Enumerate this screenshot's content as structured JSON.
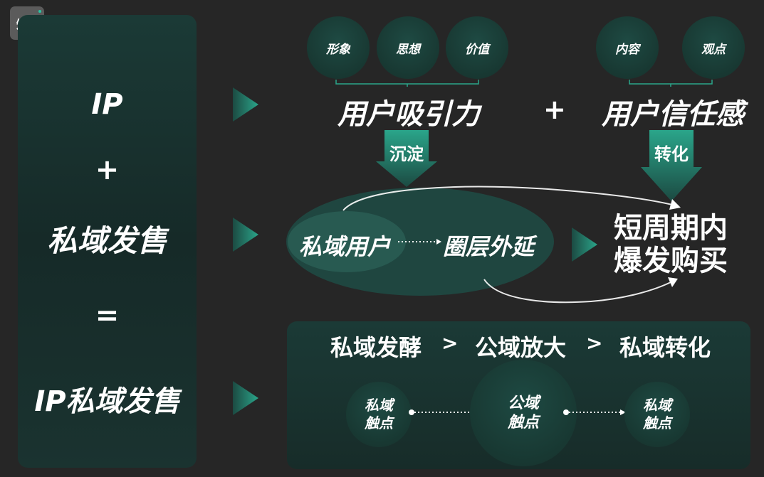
{
  "logo": {
    "text": "知晓"
  },
  "left_column": {
    "ip": "IP",
    "plus": "+",
    "private_sales": "私域发售",
    "equals": "=",
    "ip_private_sales": "IP私域发售"
  },
  "row1": {
    "circles": [
      "形象",
      "思想",
      "价值",
      "内容",
      "观点"
    ],
    "user_attraction": "用户吸引力",
    "plus": "+",
    "user_trust": "用户信任感",
    "sediment": "沉淀",
    "convert": "转化"
  },
  "row2": {
    "private_users": "私域用户",
    "circle_extension": "圈层外延",
    "burst_line1": "短周期内",
    "burst_line2": "爆发购买"
  },
  "row3": {
    "flow": {
      "step1": "私域发酵",
      "gt1": ">",
      "step2": "公域放大",
      "gt2": ">",
      "step3": "私域转化"
    },
    "touchpoints": [
      {
        "line1": "私域",
        "line2": "触点"
      },
      {
        "line1": "公域",
        "line2": "触点"
      },
      {
        "line1": "私域",
        "line2": "触点"
      }
    ]
  },
  "colors": {
    "background": "#262626",
    "panel": "#1b3a36",
    "accent": "#2aa58a",
    "circle": "#1e4a43"
  }
}
